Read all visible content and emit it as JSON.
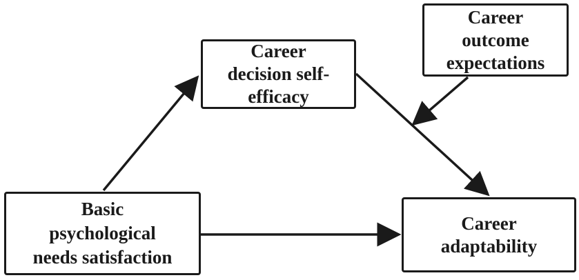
{
  "diagram": {
    "nodes": {
      "career_decision_self_efficacy": "Career\ndecision self-\nefficacy",
      "career_outcome_expectations": "Career\noutcome\nexpectations",
      "basic_psychological_needs_satisfaction": "Basic\npsychological\nneeds satisfaction",
      "career_adaptability": "Career\nadaptability"
    },
    "edges": [
      {
        "from": "basic_psychological_needs_satisfaction",
        "to": "career_decision_self_efficacy"
      },
      {
        "from": "career_decision_self_efficacy",
        "to": "career_adaptability"
      },
      {
        "from": "basic_psychological_needs_satisfaction",
        "to": "career_adaptability"
      },
      {
        "from": "career_outcome_expectations",
        "to": "path:career_decision_self_efficacy->career_adaptability",
        "type": "moderation"
      }
    ],
    "colors": {
      "stroke": "#1a1a1a",
      "background": "#ffffff"
    }
  }
}
